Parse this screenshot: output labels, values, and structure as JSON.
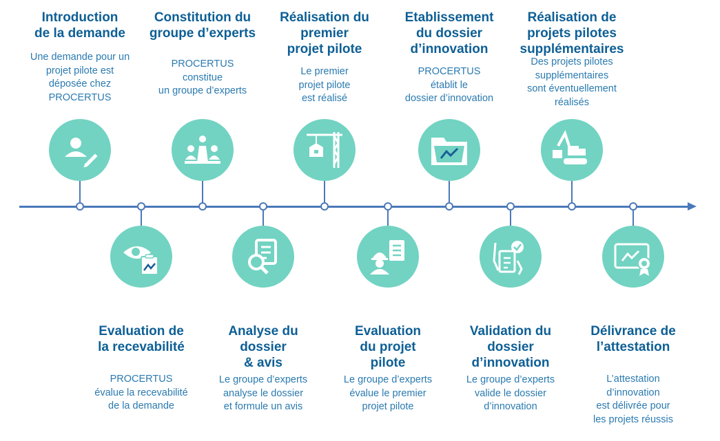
{
  "colors": {
    "circle": "#72d3c2",
    "line": "#4a78b9",
    "heading": "#0d5f95",
    "text": "#2a7ab0"
  },
  "steps": [
    {
      "title": "Introduction de la demande",
      "title_lines": [
        "Introduction",
        "de la demande"
      ],
      "desc_lines": [
        "Une demande pour un",
        "projet pilote est",
        "déposée chez",
        "PROCERTUS"
      ],
      "icon": "user-edit-icon",
      "position": "top"
    },
    {
      "title_lines": [
        "Evaluation de",
        "la recevabilité"
      ],
      "desc_lines": [
        "PROCERTUS",
        "évalue la recevabilité",
        "de la demande"
      ],
      "icon": "eye-clipboard-icon",
      "position": "bottom"
    },
    {
      "title_lines": [
        "Constitution du",
        "groupe d’experts"
      ],
      "desc_lines": [
        "PROCERTUS",
        "constitue",
        "un groupe d’experts"
      ],
      "icon": "group-icon",
      "position": "top"
    },
    {
      "title_lines": [
        "Analyse du",
        "dossier",
        "& avis"
      ],
      "desc_lines": [
        "Le groupe d’experts",
        "analyse le dossier",
        "et formule un avis"
      ],
      "icon": "document-search-icon",
      "position": "bottom"
    },
    {
      "title_lines": [
        "Réalisation du",
        "premier",
        "projet pilote"
      ],
      "desc_lines": [
        "Le premier",
        "projet pilote",
        "est réalisé"
      ],
      "icon": "crane-icon",
      "position": "top"
    },
    {
      "title_lines": [
        "Evaluation",
        "du projet",
        "pilote"
      ],
      "desc_lines": [
        "Le groupe d’experts",
        "évalue le premier",
        "projet pilote"
      ],
      "icon": "worker-checklist-icon",
      "position": "bottom"
    },
    {
      "title_lines": [
        "Etablissement",
        "du dossier",
        "d’innovation"
      ],
      "desc_lines": [
        "PROCERTUS",
        "établit le",
        "dossier d’innovation"
      ],
      "icon": "folder-chart-icon",
      "position": "top"
    },
    {
      "title_lines": [
        "Validation du",
        "dossier",
        "d’innovation"
      ],
      "desc_lines": [
        "Le groupe d’experts",
        "valide le dossier",
        "d’innovation"
      ],
      "icon": "hand-check-icon",
      "position": "bottom"
    },
    {
      "title_lines": [
        "Réalisation de",
        "projets pilotes",
        "supplémentaires"
      ],
      "desc_lines": [
        "Des projets pilotes",
        "supplémentaires",
        "sont éventuellement",
        "réalisés"
      ],
      "icon": "excavator-icon",
      "position": "top"
    },
    {
      "title_lines": [
        "Délivrance de",
        "l’attestation"
      ],
      "desc_lines": [
        "L’attestation",
        "d’innovation",
        "est délivrée pour",
        "les projets réussis"
      ],
      "icon": "certificate-icon",
      "position": "bottom"
    }
  ]
}
